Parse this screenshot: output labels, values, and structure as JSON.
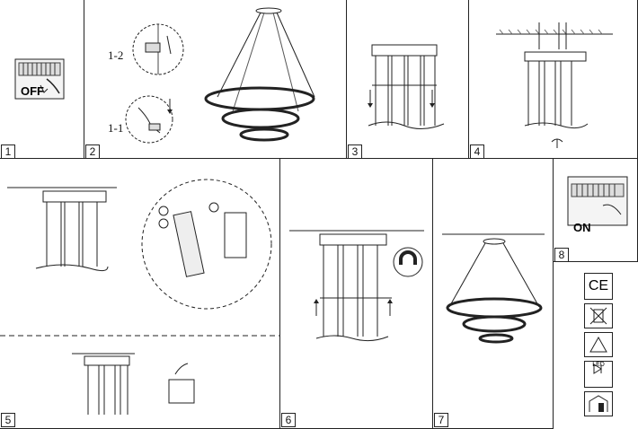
{
  "steps": {
    "s1": {
      "number": "1",
      "switch_label": "OFF"
    },
    "s2": {
      "number": "2",
      "label_a": "1-2",
      "label_b": "1-1"
    },
    "s3": {
      "number": "3"
    },
    "s4": {
      "number": "4"
    },
    "s5": {
      "number": "5"
    },
    "s6": {
      "number": "6"
    },
    "s7": {
      "number": "7"
    },
    "s8": {
      "number": "8",
      "switch_label": "ON"
    }
  },
  "certifications": {
    "ce": "CE",
    "led": "LED"
  },
  "icons": [
    "switch-off-icon",
    "ceiling-wire-icon",
    "ceiling-screw-icon",
    "terminal-block-icon",
    "magnet-icon",
    "ce-mark-icon",
    "weee-bin-icon",
    "class-iii-icon",
    "led-icon",
    "indoor-use-icon"
  ]
}
